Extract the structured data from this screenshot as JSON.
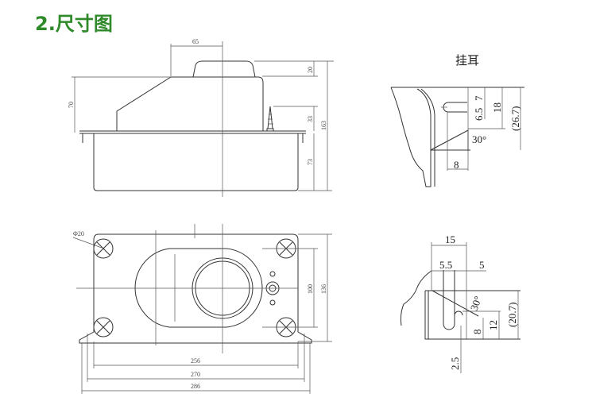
{
  "title": "2.尺寸图",
  "colors": {
    "title": "#2f8a2a",
    "lines": "#333333"
  },
  "front_view": {
    "dims": {
      "top_width": "65",
      "cap_height": "20",
      "total_height": "163",
      "connector_height": "33",
      "box_height": "73",
      "upper_height": "70"
    }
  },
  "top_view": {
    "dims": {
      "hole_dia": "Φ20",
      "hole_spacing_v": "100",
      "width": "136",
      "hole_spacing_h": "256",
      "slot_spacing": "270",
      "overall_length": "286"
    }
  },
  "ear_detail_1": {
    "label": "挂耳",
    "dims": {
      "d7": "7",
      "d6_5": "6.5",
      "d18": "18",
      "d26_7": "(26.7)",
      "angle": "30°",
      "d8": "8"
    }
  },
  "ear_detail_2": {
    "dims": {
      "d15": "15",
      "d5_5": "5.5",
      "d5": "5",
      "angle": "30°",
      "d8": "8",
      "d12": "12",
      "d20_7": "(20.7)",
      "d2_5": "2.5"
    }
  }
}
